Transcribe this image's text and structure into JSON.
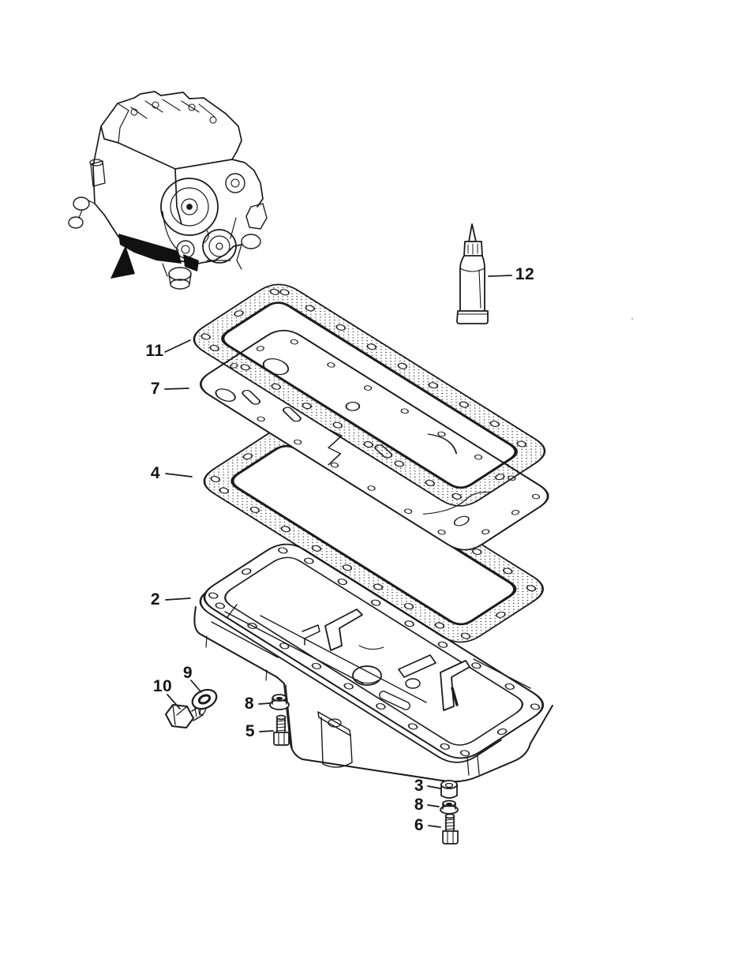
{
  "figure": {
    "kind": "exploded-parts-diagram",
    "subject": "engine-oil-pan-assembly",
    "background_color": "#ffffff",
    "line_color": "#1b1b1b",
    "shadow_color": "#111111",
    "part_numbers_shown": [
      "2",
      "3",
      "4",
      "5",
      "6",
      "7",
      "8",
      "9",
      "10",
      "11",
      "12"
    ]
  },
  "callouts": {
    "c2": {
      "label": "2"
    },
    "c3": {
      "label": "3"
    },
    "c4": {
      "label": "4"
    },
    "c5": {
      "label": "5"
    },
    "c6": {
      "label": "6"
    },
    "c7": {
      "label": "7"
    },
    "c8a": {
      "label": "8"
    },
    "c8b": {
      "label": "8"
    },
    "c9": {
      "label": "9"
    },
    "c10": {
      "label": "10"
    },
    "c11": {
      "label": "11"
    },
    "c12": {
      "label": "12"
    }
  }
}
